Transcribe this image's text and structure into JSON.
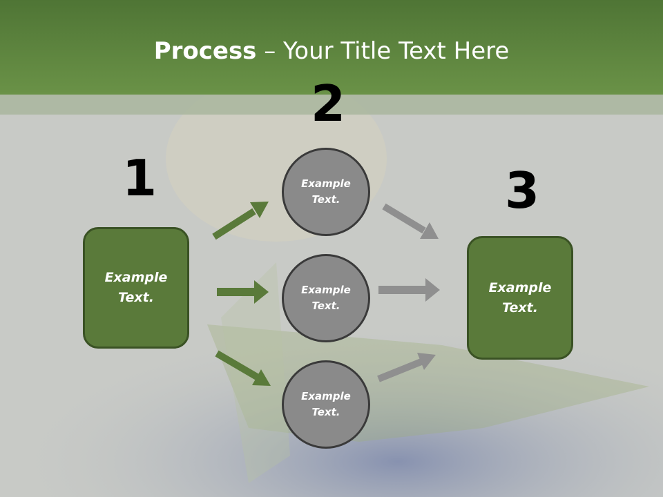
{
  "title": {
    "bold": "Process",
    "rest": " – Your Title Text Here"
  },
  "numbers": {
    "n1": "1",
    "n2": "2",
    "n3": "3"
  },
  "left_box": {
    "line1": "Example",
    "line2": "Text."
  },
  "right_box": {
    "line1": "Example",
    "line2": "Text."
  },
  "circles": [
    {
      "line1": "Example",
      "line2": "Text."
    },
    {
      "line1": "Example",
      "line2": "Text."
    },
    {
      "line1": "Example",
      "line2": "Text."
    }
  ],
  "colors": {
    "header": "#5e8540",
    "box": "#5a7a3a",
    "circle": "#8a8a8a",
    "arrow_green": "#5a7a3a",
    "arrow_gray": "#8f8f8f"
  }
}
